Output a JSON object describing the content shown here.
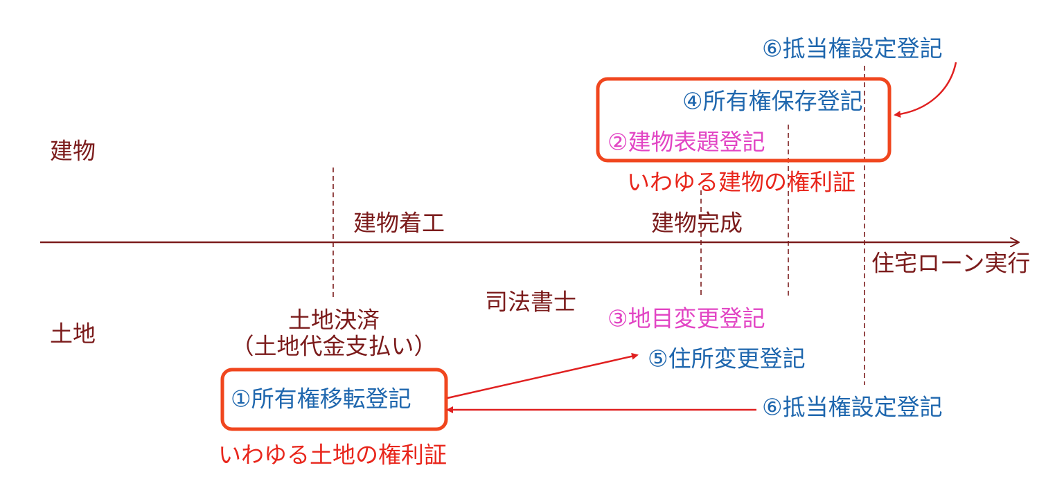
{
  "colors": {
    "text_dark": "#7b1b1b",
    "registration_blue": "#1f67ae",
    "registration_magenta": "#e245c4",
    "note_red": "#e8261c",
    "box_orange": "#f0461e",
    "arrow_red": "#e02020",
    "timeline": "#7b1b1b"
  },
  "rows": {
    "building": "建物",
    "land": "土地"
  },
  "timeline": {
    "construction_start": "建物着工",
    "construction_complete": "建物完成",
    "loan_execution": "住宅ローン実行",
    "land_settlement": "土地決済",
    "land_payment": "（土地代金支払い）",
    "scrivener": "司法書士"
  },
  "building_registrations": {
    "mortgage": "⑥抵当権設定登記",
    "ownership_preservation": "④所有権保存登記",
    "building_title": "②建物表題登記",
    "note": "いわゆる建物の権利証"
  },
  "land_registrations": {
    "land_category_change": "③地目変更登記",
    "address_change": "⑤住所変更登記",
    "ownership_transfer": "①所有権移転登記",
    "mortgage": "⑥抵当権設定登記",
    "note": "いわゆる土地の権利証"
  }
}
